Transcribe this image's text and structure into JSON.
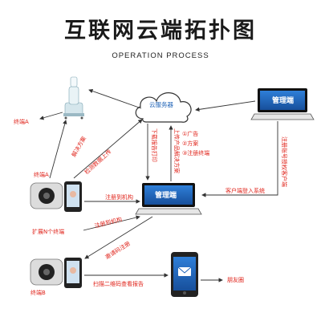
{
  "title": "互联网云端拓扑图",
  "subtitle": "OPERATION PROCESS",
  "nodes": {
    "cloud": "云服务器",
    "manager_top": "管理端",
    "manager_center": "管理端",
    "terminal_a_top": "终端A",
    "terminal_a": "终端A",
    "terminal_b": "终端B",
    "friends": "朋友圈"
  },
  "edges": {
    "solution": "解决方案",
    "check_upload": "检测数据上传",
    "download_print": "下载报告打印",
    "upload_solution": "上传产品解决方案",
    "list": [
      "①广告",
      "②方案",
      "③注册终端"
    ],
    "register_auth": "注册账号授权客户端",
    "client_login": "客户端登入系统",
    "register_org_a": "注册到机构",
    "register_org_b": "注册到机构",
    "expand": "扩展N个终端",
    "bind": "邀请码注册",
    "scan": "扫描二维码查看报告"
  },
  "colors": {
    "accent": "#e0241b",
    "screen": "#1f63b7",
    "line": "#333333"
  }
}
